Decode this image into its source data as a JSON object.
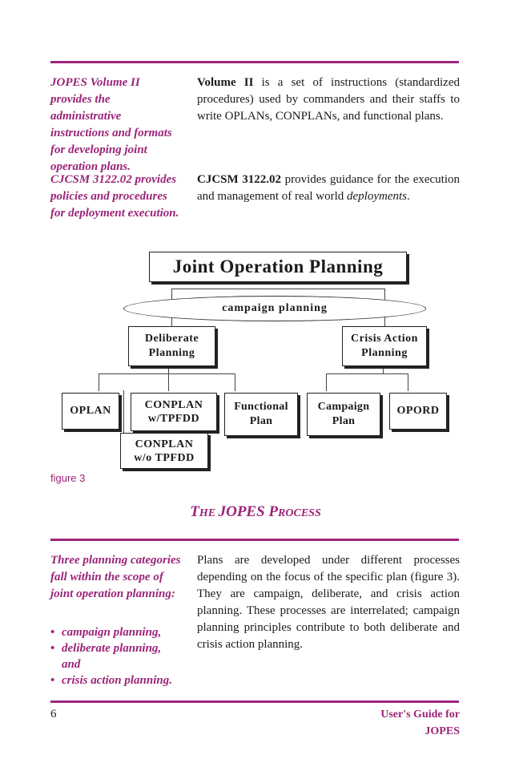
{
  "sidenotes": {
    "vol2": "JOPES Volume II provides the administrative instructions and formats for developing joint operation plans.",
    "cjcsm": "CJCSM 3122.02 provides policies and procedures for deployment execution.",
    "three_intro": "Three planning categories fall within the scope of joint operation planning:",
    "bullets": [
      "campaign planning,",
      "deliberate planning, and",
      "crisis action planning."
    ]
  },
  "body": {
    "vol2_bold": "Volume II",
    "vol2_text": " is a set of instructions (standardized procedures) used by commanders and their staffs to write OPLANs, CONPLANs, and functional plans.",
    "cjcsm_bold": "CJCSM 3122.02",
    "cjcsm_text": " provides guidance for the execution and management of real world ",
    "cjcsm_italic": "deployments",
    "cjcsm_end": ".",
    "process_text": "Plans are developed under different processes depending on the focus of the specific plan (figure 3). They are campaign, deliberate, and crisis action planning. These processes are interrelated; campaign planning principles contribute to both deliberate and crisis action planning."
  },
  "diagram": {
    "top": "Joint Operation Planning",
    "ellipse": "campaign planning",
    "deliberate": [
      "Deliberate",
      "Planning"
    ],
    "crisis": [
      "Crisis Action",
      "Planning"
    ],
    "oplan": "OPLAN",
    "conplan_w": [
      "CONPLAN",
      "w/TPFDD"
    ],
    "conplan_wo": [
      "CONPLAN",
      "w/o TPFDD"
    ],
    "functional": [
      "Functional",
      "Plan"
    ],
    "campaign": [
      "Campaign",
      "Plan"
    ],
    "opord": "OPORD"
  },
  "figure_label": "figure 3",
  "section_title": {
    "first": "T",
    "rest1": "HE ",
    "jopes": "JOPES",
    "p": " P",
    "rest2": "ROCESS"
  },
  "footer": {
    "page": "6",
    "title_line1": "User's Guide for",
    "title_line2": "JOPES"
  },
  "colors": {
    "accent": "#9b2478",
    "rule": "#a0267f"
  }
}
